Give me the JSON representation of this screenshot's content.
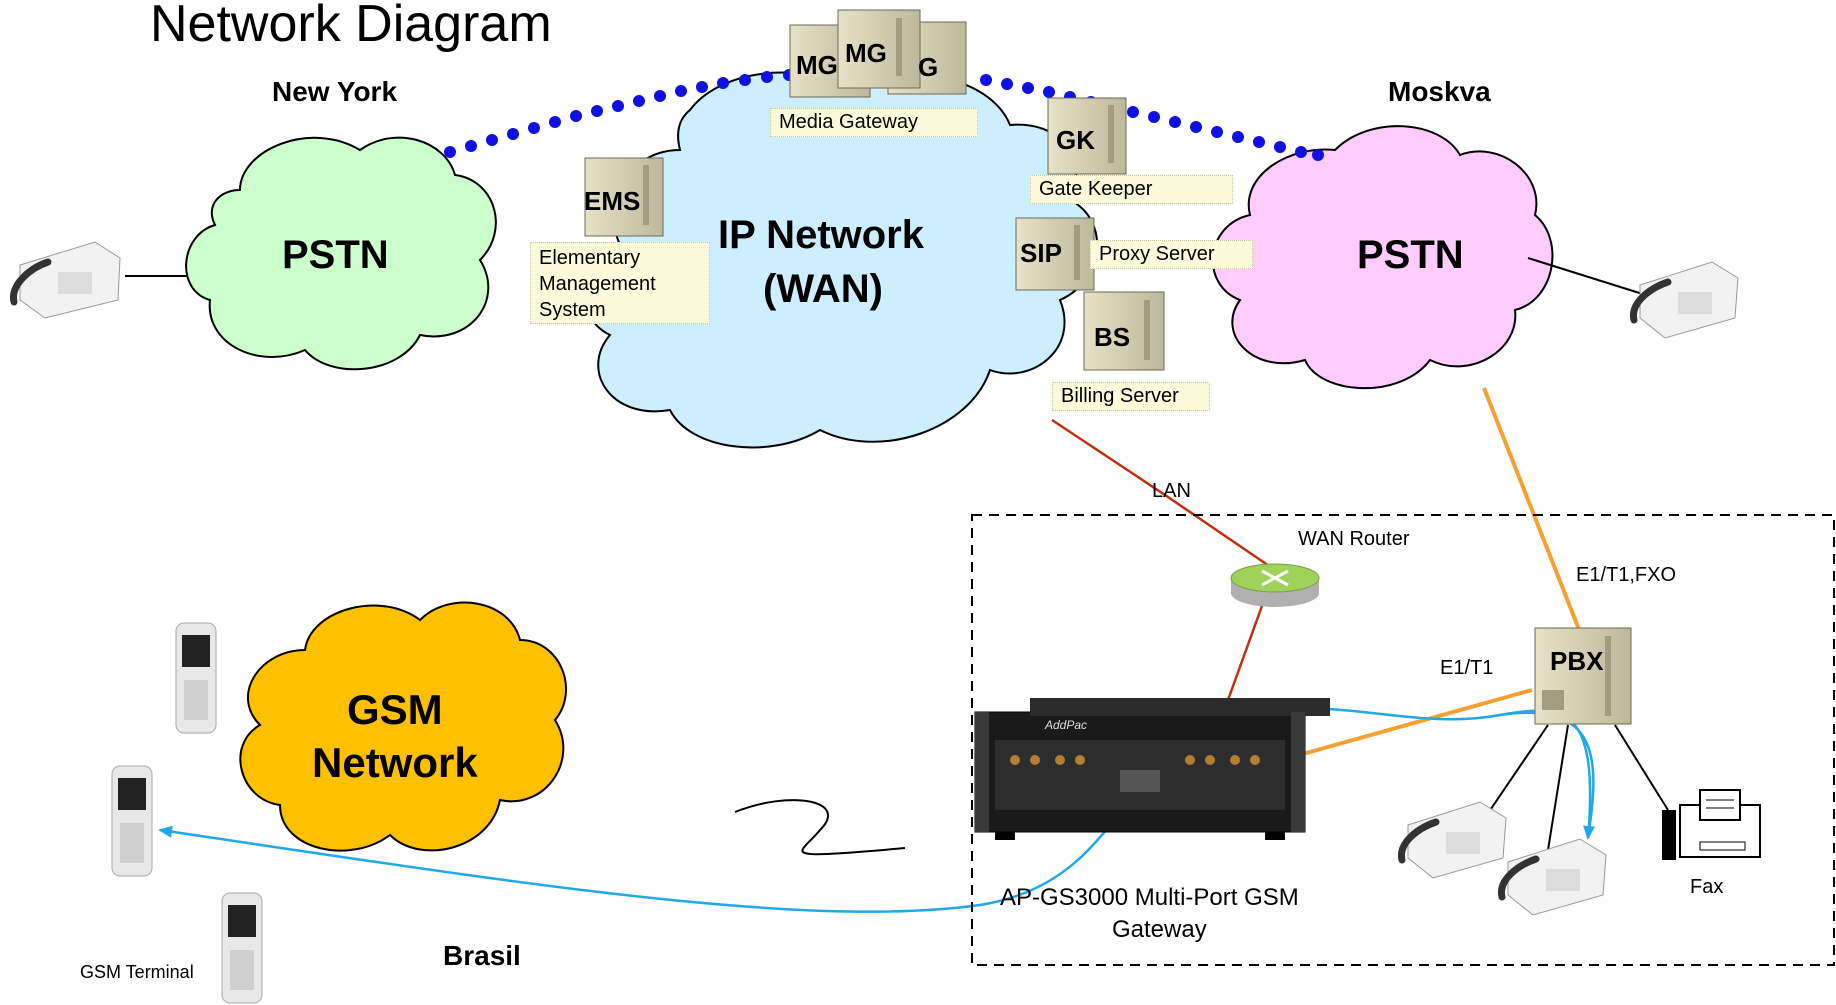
{
  "title": "Network Diagram",
  "locations": {
    "new_york": "New York",
    "moskva": "Moskva",
    "brasil": "Brasil"
  },
  "clouds": {
    "pstn_left": "PSTN",
    "pstn_right": "PSTN",
    "ip_line1": "IP Network",
    "ip_line2": "(WAN)",
    "gsm_line1": "GSM",
    "gsm_line2": "Network"
  },
  "servers": {
    "mg1": "MG",
    "mg2": "MG",
    "mg3": "G",
    "gk": "GK",
    "ems": "EMS",
    "sip": "SIP",
    "bs": "BS",
    "pbx": "PBX"
  },
  "tags": {
    "media_gateway": "Media Gateway",
    "gate_keeper": "Gate Keeper",
    "proxy_server": "Proxy Server",
    "ems_line1": "Elementary",
    "ems_line2": "Management",
    "ems_line3": "System",
    "billing_server": "Billing Server"
  },
  "links": {
    "lan": "LAN",
    "wan_router": "WAN Router",
    "e1t1_fxo": "E1/T1,FXO",
    "e1t1": "E1/T1"
  },
  "devices": {
    "gateway_line1": "AP-GS3000 Multi-Port GSM",
    "gateway_line2": "Gateway",
    "gateway_brand": "AddPac",
    "fax": "Fax",
    "gsm_terminal": "GSM Terminal"
  },
  "colors": {
    "pstn_left_fill": "#ccffcc",
    "ip_cloud_fill": "#cceeff",
    "pstn_right_fill": "#ffccff",
    "gsm_cloud_fill": "#ffc000",
    "dotted_link": "#1010e0",
    "lan_link": "#c03010",
    "e1_link": "#f5a030",
    "gsm_call_path": "#20a8e8",
    "server_fill": "#d8d4b8"
  }
}
